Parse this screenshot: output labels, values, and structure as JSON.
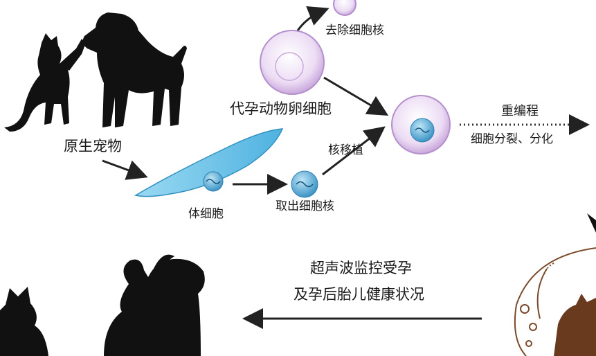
{
  "labels": {
    "remove_nucleus": "去除细胞核",
    "surrogate_egg": "代孕动物卵细胞",
    "original_pet": "原生宠物",
    "nuclear_transfer": "核移植",
    "somatic_cell": "体细胞",
    "extract_nucleus": "取出细胞核",
    "reprogramming": "重编程",
    "division_differentiation": "细胞分裂、分化",
    "ultrasound_line1": "超声波监控受孕",
    "ultrasound_line2": "及孕后胎儿健康状况"
  },
  "colors": {
    "silhouette": "#111111",
    "egg_fill": "#e9d8f2",
    "egg_edge": "#b48fcd",
    "somatic_cell": "#6ec6ea",
    "nucleus": "#4ea6d4",
    "arrow": "#222222",
    "ornament": "#7a4a2a"
  }
}
